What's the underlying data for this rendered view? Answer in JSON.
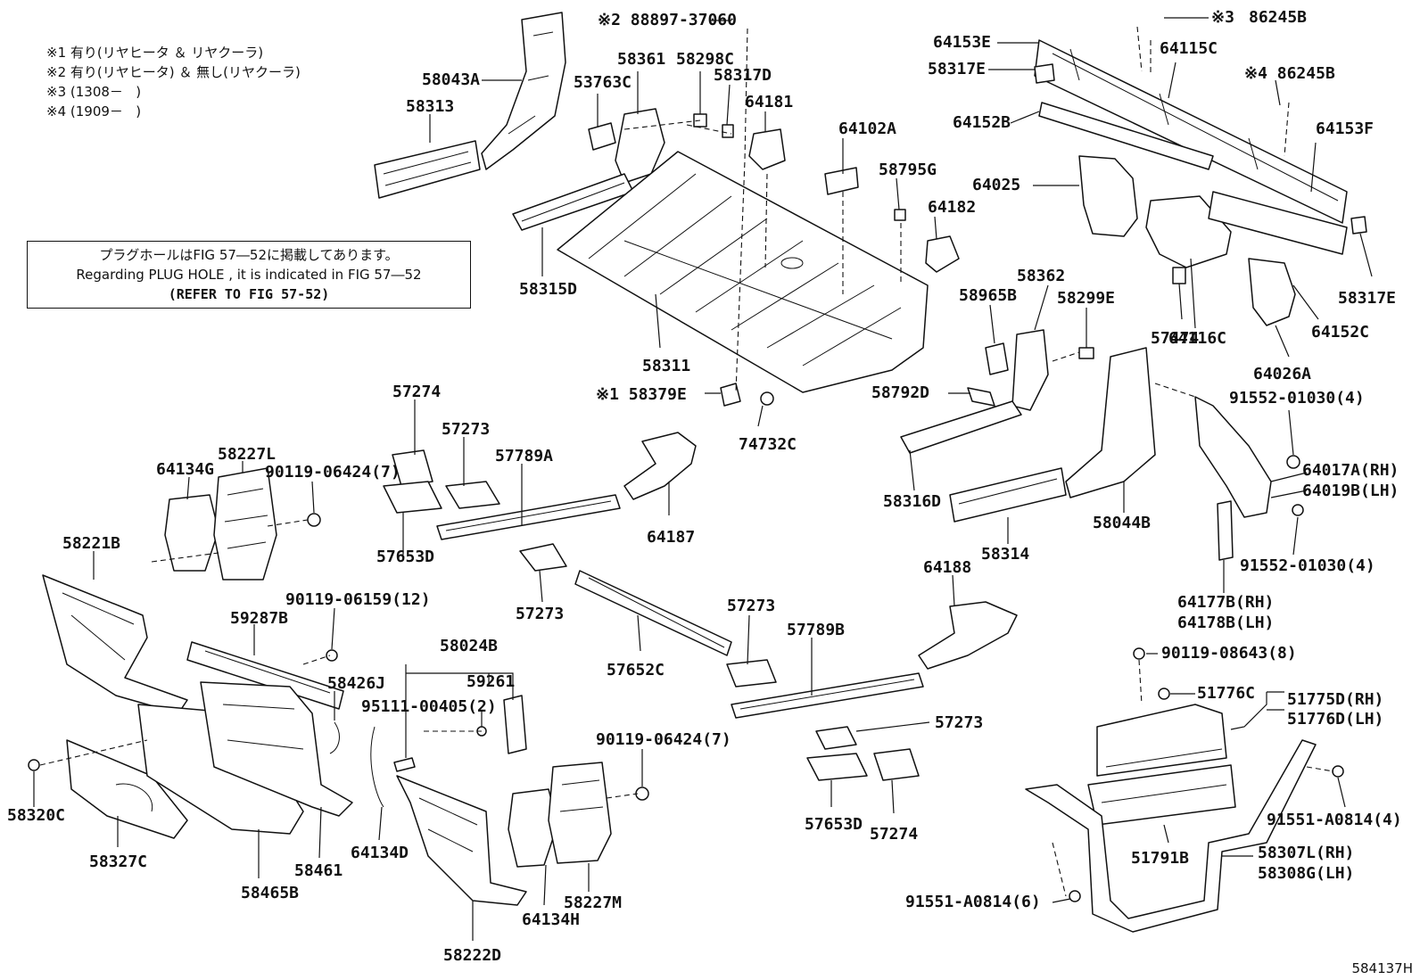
{
  "notes": [
    "※1 有り(リヤヒータ ＆ リヤクーラ)",
    "※2 有り(リヤヒータ) ＆ 無し(リヤクーラ)",
    "※3 (1308－   )",
    "※4 (1909－   )"
  ],
  "reference_box": {
    "line1": "プラグホールはFIG 57―52に掲載してあります。",
    "line2": "Regarding  PLUG  HOLE , it is indicated in FIG  57―52",
    "line3": "(REFER TO FIG 57-52)"
  },
  "diagram_code": "584137H",
  "labels": [
    {
      "id": "l1",
      "text": "※2 88897-37060"
    },
    {
      "id": "l2",
      "text": "58043A"
    },
    {
      "id": "l3",
      "text": "58313"
    },
    {
      "id": "l4",
      "text": "58361"
    },
    {
      "id": "l5",
      "text": "58298C"
    },
    {
      "id": "l6",
      "text": "53763C"
    },
    {
      "id": "l7",
      "text": "58317D"
    },
    {
      "id": "l8",
      "text": "64181"
    },
    {
      "id": "l9",
      "text": "64102A"
    },
    {
      "id": "l10",
      "text": "58795G"
    },
    {
      "id": "l11",
      "text": "64182"
    },
    {
      "id": "l12",
      "text": "58315D"
    },
    {
      "id": "l13",
      "text": "58311"
    },
    {
      "id": "l14",
      "text": "※1 58379E"
    },
    {
      "id": "l15",
      "text": "74732C"
    },
    {
      "id": "l16",
      "text": "64153E"
    },
    {
      "id": "l17",
      "text": "※3"
    },
    {
      "id": "l18",
      "text": "86245B"
    },
    {
      "id": "l19",
      "text": "58317E"
    },
    {
      "id": "l20",
      "text": "64115C"
    },
    {
      "id": "l21",
      "text": "※4 86245B"
    },
    {
      "id": "l22",
      "text": "64152B"
    },
    {
      "id": "l23",
      "text": "64153F"
    },
    {
      "id": "l24",
      "text": "64025"
    },
    {
      "id": "l25",
      "text": "58317E"
    },
    {
      "id": "l26",
      "text": "64116C"
    },
    {
      "id": "l27",
      "text": "57474"
    },
    {
      "id": "l28",
      "text": "64152C"
    },
    {
      "id": "l29",
      "text": "64026A"
    },
    {
      "id": "l30",
      "text": "58362"
    },
    {
      "id": "l31",
      "text": "58965B"
    },
    {
      "id": "l32",
      "text": "58299E"
    },
    {
      "id": "l33",
      "text": "58792D"
    },
    {
      "id": "l34",
      "text": "58316D"
    },
    {
      "id": "l35",
      "text": "58314"
    },
    {
      "id": "l36",
      "text": "58044B"
    },
    {
      "id": "l37",
      "text": "91552-01030(4)"
    },
    {
      "id": "l38",
      "text": "64017A(RH)"
    },
    {
      "id": "l39",
      "text": "64019B(LH)"
    },
    {
      "id": "l40",
      "text": "91552-01030(4)"
    },
    {
      "id": "l41",
      "text": "64177B(RH)"
    },
    {
      "id": "l42",
      "text": "64178B(LH)"
    },
    {
      "id": "l43",
      "text": "57274"
    },
    {
      "id": "l44",
      "text": "57273"
    },
    {
      "id": "l45",
      "text": "57789A"
    },
    {
      "id": "l46",
      "text": "57653D"
    },
    {
      "id": "l47",
      "text": "64187"
    },
    {
      "id": "l48",
      "text": "57273"
    },
    {
      "id": "l49",
      "text": "57652C"
    },
    {
      "id": "l50",
      "text": "57273"
    },
    {
      "id": "l51",
      "text": "64188"
    },
    {
      "id": "l52",
      "text": "57789B"
    },
    {
      "id": "l53",
      "text": "57273"
    },
    {
      "id": "l54",
      "text": "57653D"
    },
    {
      "id": "l55",
      "text": "57274"
    },
    {
      "id": "l56",
      "text": "64134G"
    },
    {
      "id": "l57",
      "text": "58227L"
    },
    {
      "id": "l58",
      "text": "90119-06424(7)"
    },
    {
      "id": "l59",
      "text": "58221B"
    },
    {
      "id": "l60",
      "text": "90119-06159(12)"
    },
    {
      "id": "l61",
      "text": "59287B"
    },
    {
      "id": "l62",
      "text": "58426J"
    },
    {
      "id": "l63",
      "text": "58024B"
    },
    {
      "id": "l64",
      "text": "59261"
    },
    {
      "id": "l65",
      "text": "95111-00405(2)"
    },
    {
      "id": "l66",
      "text": "90119-06424(7)"
    },
    {
      "id": "l67",
      "text": "58320C"
    },
    {
      "id": "l68",
      "text": "58327C"
    },
    {
      "id": "l69",
      "text": "58465B"
    },
    {
      "id": "l70",
      "text": "58461"
    },
    {
      "id": "l71",
      "text": "64134D"
    },
    {
      "id": "l72",
      "text": "58222D"
    },
    {
      "id": "l73",
      "text": "64134H"
    },
    {
      "id": "l74",
      "text": "58227M"
    },
    {
      "id": "l75",
      "text": "90119-08643(8)"
    },
    {
      "id": "l76",
      "text": "51776C"
    },
    {
      "id": "l77",
      "text": "51775D(RH)"
    },
    {
      "id": "l78",
      "text": "51776D(LH)"
    },
    {
      "id": "l79",
      "text": "91551-A0814(4)"
    },
    {
      "id": "l80",
      "text": "51791B"
    },
    {
      "id": "l81",
      "text": "58307L(RH)"
    },
    {
      "id": "l82",
      "text": "58308G(LH)"
    },
    {
      "id": "l83",
      "text": "91551-A0814(6)"
    }
  ]
}
